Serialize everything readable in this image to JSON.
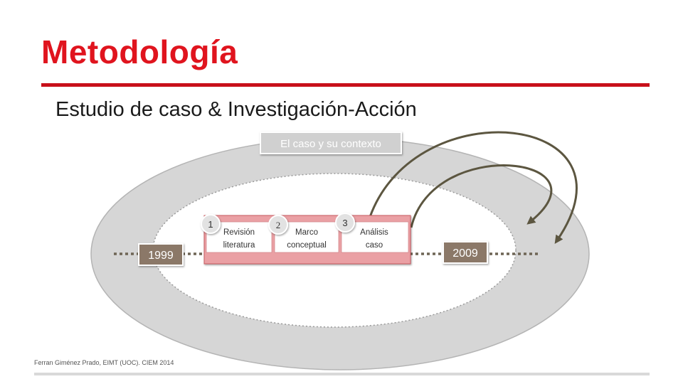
{
  "slide": {
    "title": "Metodología",
    "subtitle": "Estudio de caso & Investigación-Acción",
    "footer": "Ferran Giménez Prado, EIMT (UOC). CIEM 2014"
  },
  "diagram": {
    "context_label": "El caso y su contexto",
    "start_year": "1999",
    "end_year": "2009",
    "phases": [
      {
        "number": "1",
        "line1": "Revisión",
        "line2": "literatura"
      },
      {
        "number": "2",
        "line1": "Marco",
        "line2": "conceptual"
      },
      {
        "number": "3",
        "line1": "Análisis",
        "line2": "caso"
      }
    ]
  },
  "colors": {
    "title_red": "#e0141e",
    "outer_ellipse": "#d6d6d6",
    "phase_band": "#eaa0a4",
    "year_badge": "#8b7868",
    "context_badge": "#d0d0d0",
    "arrow": "#5c5640"
  }
}
